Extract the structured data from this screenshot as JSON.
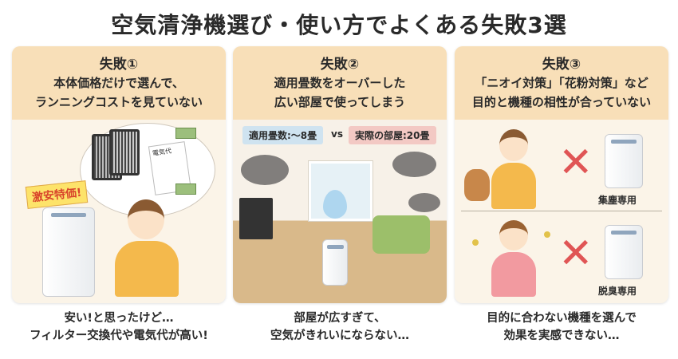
{
  "title": "空気清浄機選び・使い方でよくある失敗3選",
  "panels": [
    {
      "number": "失敗①",
      "heading_line1": "本体価格だけで選んで、",
      "heading_line2": "ランニングコストを見ていない",
      "sign": "激安特価!",
      "bill_label": "電気代",
      "caption_line1": "安い!と思ったけど…",
      "caption_line2": "フィルター交換代や電気代が高い!"
    },
    {
      "number": "失敗②",
      "heading_line1": "適用畳数をオーバーした",
      "heading_line2": "広い部屋で使ってしまう",
      "badge_applicable": "適用畳数:〜8畳",
      "vs": "vs",
      "badge_actual": "実際の部屋:20畳",
      "caption_line1": "部屋が広すぎて、",
      "caption_line2": "空気がきれいにならない…"
    },
    {
      "number": "失敗③",
      "heading_line1": "「ニオイ対策」「花粉対策」など",
      "heading_line2": "目的と機種の相性が合っていない",
      "label_top": "集塵専用",
      "label_bottom": "脱臭専用",
      "caption_line1": "目的に合わない機種を選んで",
      "caption_line2": "効果を実感できない…"
    }
  ],
  "colors": {
    "header_bg": "#f8dfb8",
    "panel_bg": "#fbf4e8",
    "badge_blue": "#cfe3f0",
    "badge_red": "#f3c9c4",
    "x_mark": "#e05555",
    "sign_bg": "#fde36a",
    "sign_text": "#d9452b"
  }
}
